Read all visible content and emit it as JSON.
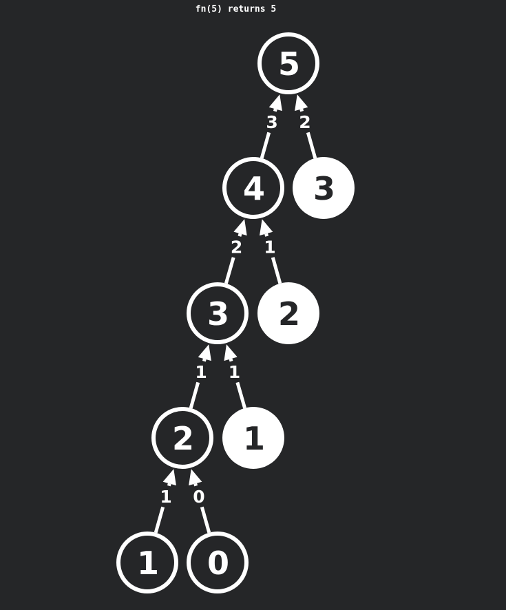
{
  "header": {
    "title": "fn(5) returns 5"
  },
  "colors": {
    "background": "#252628",
    "stroke": "#ffffff",
    "filled_text": "#252628"
  },
  "tree": {
    "nodes": [
      {
        "id": "n5",
        "label": "5",
        "style": "outline"
      },
      {
        "id": "n4",
        "label": "4",
        "style": "outline"
      },
      {
        "id": "n3b",
        "label": "3",
        "style": "filled"
      },
      {
        "id": "n3",
        "label": "3",
        "style": "outline"
      },
      {
        "id": "n2b",
        "label": "2",
        "style": "filled"
      },
      {
        "id": "n2",
        "label": "2",
        "style": "outline"
      },
      {
        "id": "n1b",
        "label": "1",
        "style": "filled"
      },
      {
        "id": "n1",
        "label": "1",
        "style": "outline"
      },
      {
        "id": "n0",
        "label": "0",
        "style": "outline"
      }
    ],
    "edges": [
      {
        "from": "n4",
        "to": "n5",
        "label": "3"
      },
      {
        "from": "n3b",
        "to": "n5",
        "label": "2"
      },
      {
        "from": "n3",
        "to": "n4",
        "label": "2"
      },
      {
        "from": "n2b",
        "to": "n4",
        "label": "1"
      },
      {
        "from": "n2",
        "to": "n3",
        "label": "1"
      },
      {
        "from": "n1b",
        "to": "n3",
        "label": "1"
      },
      {
        "from": "n1",
        "to": "n2",
        "label": "1"
      },
      {
        "from": "n0",
        "to": "n2",
        "label": "0"
      }
    ]
  }
}
